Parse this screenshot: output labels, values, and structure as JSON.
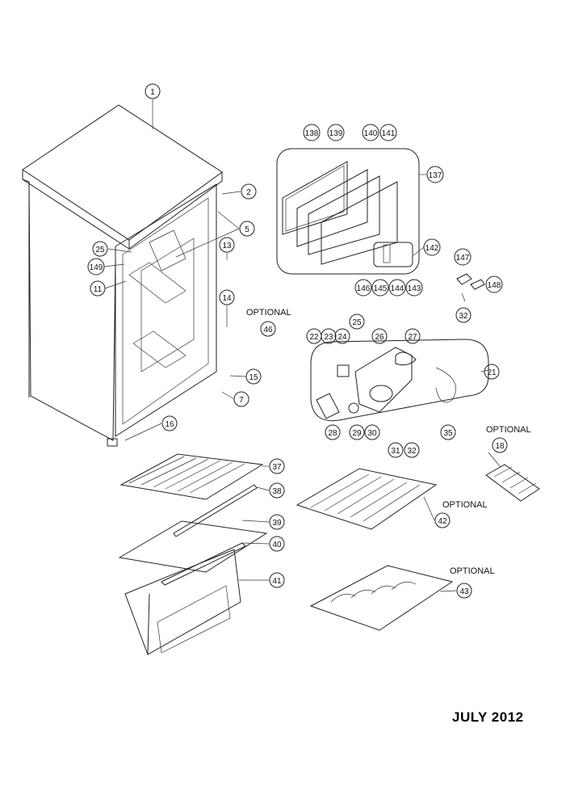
{
  "footer": {
    "date": "JULY 2012"
  },
  "optional_label": "OPTIONAL",
  "callouts": [
    "1",
    "2",
    "5",
    "13",
    "25",
    "149",
    "11",
    "14",
    "46",
    "15",
    "7",
    "16",
    "138",
    "139",
    "140",
    "141",
    "137",
    "142",
    "146",
    "145",
    "144",
    "143",
    "147",
    "148",
    "32",
    "25",
    "22",
    "23",
    "24",
    "26",
    "27",
    "21",
    "28",
    "29",
    "30",
    "31",
    "32",
    "35",
    "18",
    "37",
    "38",
    "39",
    "40",
    "41",
    "42",
    "43"
  ]
}
